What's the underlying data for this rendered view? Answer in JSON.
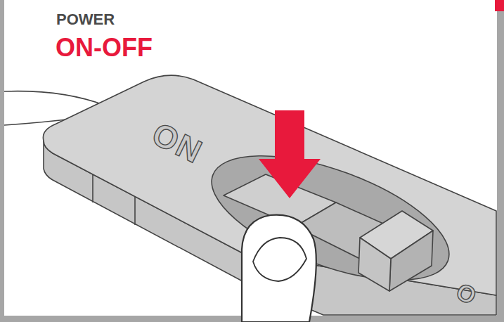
{
  "diagram": {
    "labels": [
      "POWER",
      "ON-OFF",
      "ON",
      "O"
    ]
  }
}
